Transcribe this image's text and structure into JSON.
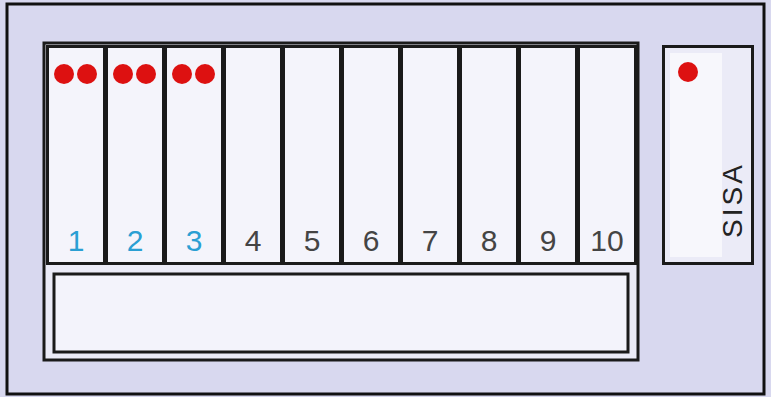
{
  "diagram": {
    "nodes": [
      {
        "text": [
          "1"
        ]
      },
      {
        "text": [
          "2"
        ]
      },
      {
        "text": [
          "3"
        ]
      },
      {
        "text": [
          "4"
        ]
      },
      {
        "text": [
          "5"
        ]
      },
      {
        "text": [
          "6"
        ]
      },
      {
        "text": [
          "7"
        ]
      },
      {
        "text": [
          "8"
        ]
      },
      {
        "text": [
          "9"
        ]
      },
      {
        "text": [
          "10"
        ]
      },
      {
        "text": [
          "SISA"
        ]
      }
    ]
  }
}
